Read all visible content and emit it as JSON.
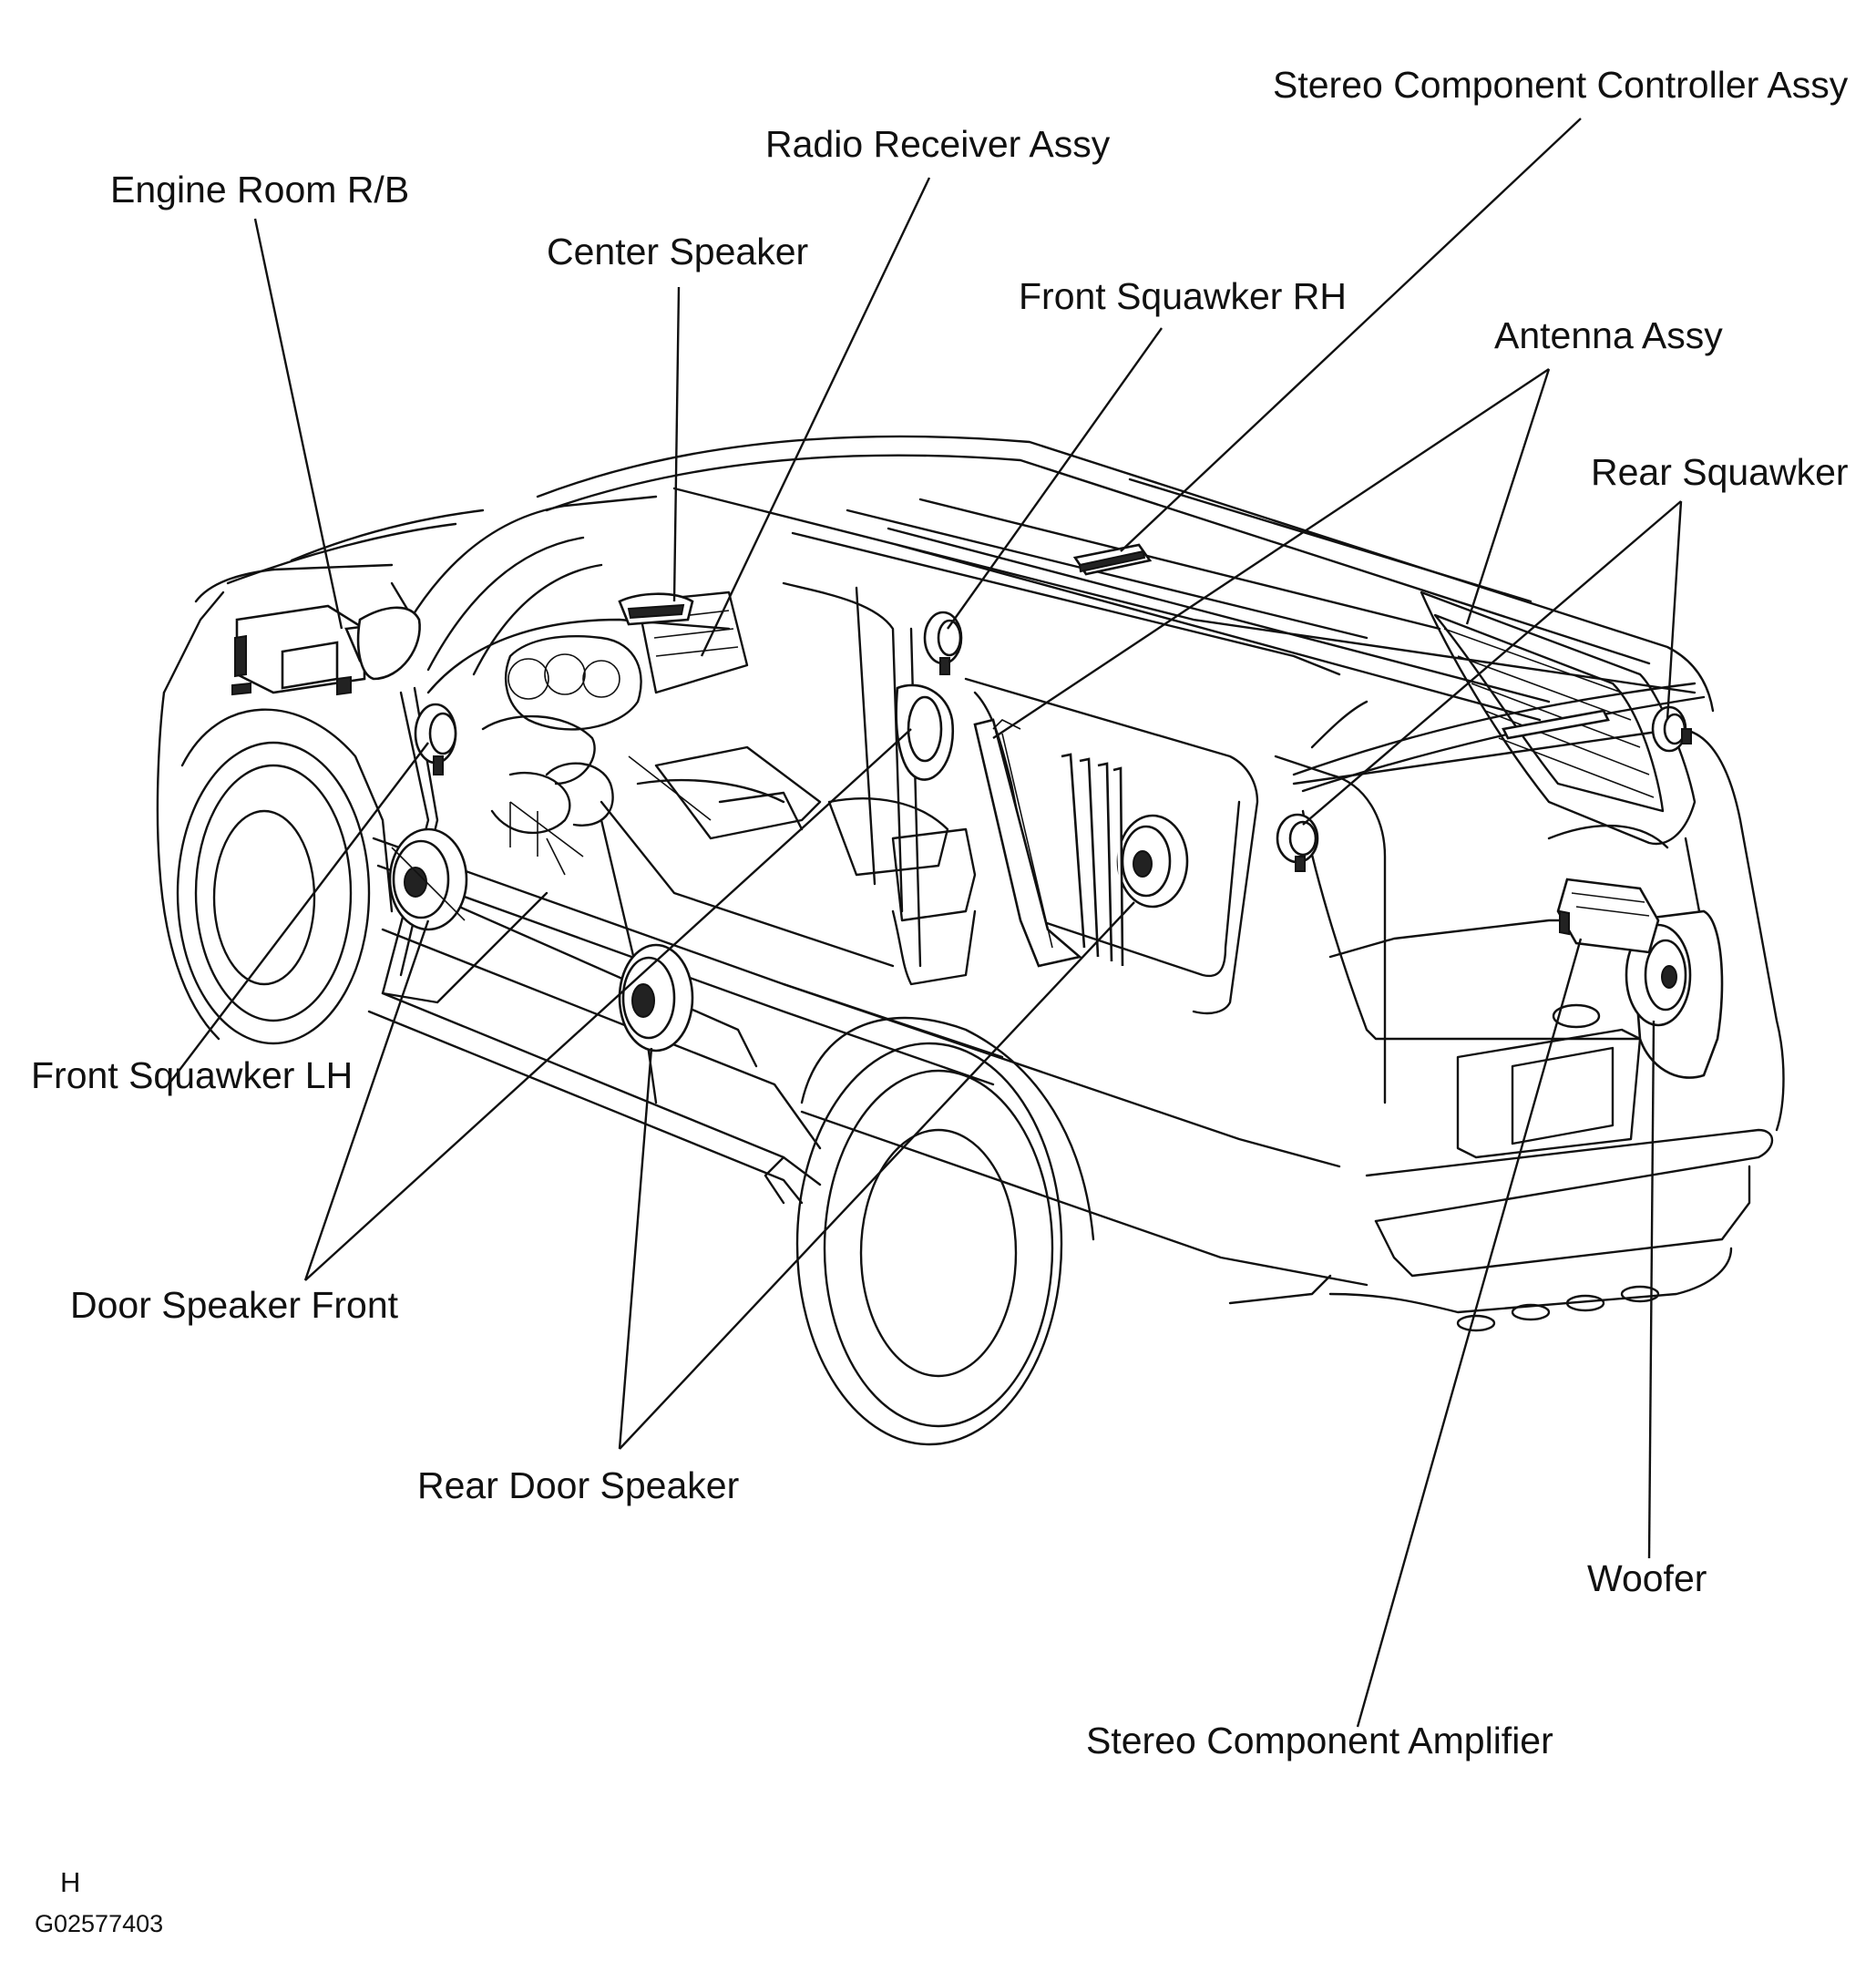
{
  "figure": {
    "labels": {
      "stereo_component_controller_assy": "Stereo Component Controller Assy",
      "radio_receiver_assy": "Radio Receiver Assy",
      "engine_room_rb": "Engine Room R/B",
      "center_speaker": "Center Speaker",
      "front_squawker_rh": "Front Squawker RH",
      "antenna_assy": "Antenna Assy",
      "rear_squawker": "Rear Squawker",
      "front_squawker_lh": "Front Squawker LH",
      "door_speaker_front": "Door Speaker Front",
      "rear_door_speaker": "Rear Door Speaker",
      "woofer": "Woofer",
      "stereo_component_amplifier": "Stereo Component Amplifier"
    },
    "corner_mark": "H",
    "figure_code": "G02577403"
  }
}
